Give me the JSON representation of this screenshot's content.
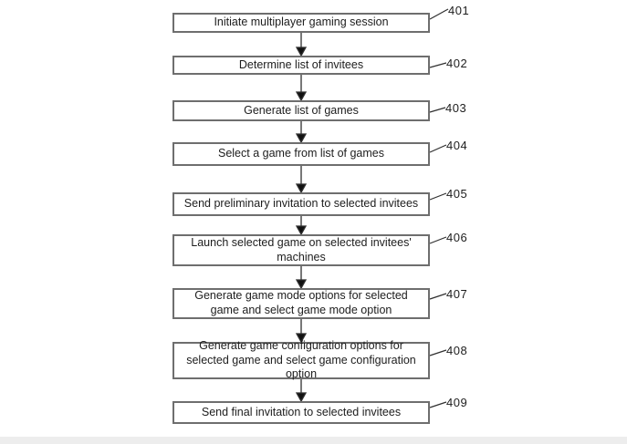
{
  "figure": {
    "type": "flowchart",
    "description": "Patent-style flowchart: setting up a multiplayer gaming session"
  },
  "steps": [
    {
      "ref": "401",
      "text": "Initiate multiplayer gaming session"
    },
    {
      "ref": "402",
      "text": "Determine list of invitees"
    },
    {
      "ref": "403",
      "text": "Generate list of games"
    },
    {
      "ref": "404",
      "text": "Select a game from list of games"
    },
    {
      "ref": "405",
      "text": "Send preliminary invitation to selected invitees"
    },
    {
      "ref": "406",
      "text": "Launch selected game on selected invitees' machines"
    },
    {
      "ref": "407",
      "text": "Generate game mode options for selected game and select game mode option"
    },
    {
      "ref": "408",
      "text": "Generate game configuration options for selected game and select game configuration option"
    },
    {
      "ref": "409",
      "text": "Send final invitation to selected invitees"
    }
  ],
  "colors": {
    "background": "#ffffff",
    "box_border": "#6e6e6e",
    "text": "#1d1d1d",
    "connector": "#2f2f2f"
  }
}
